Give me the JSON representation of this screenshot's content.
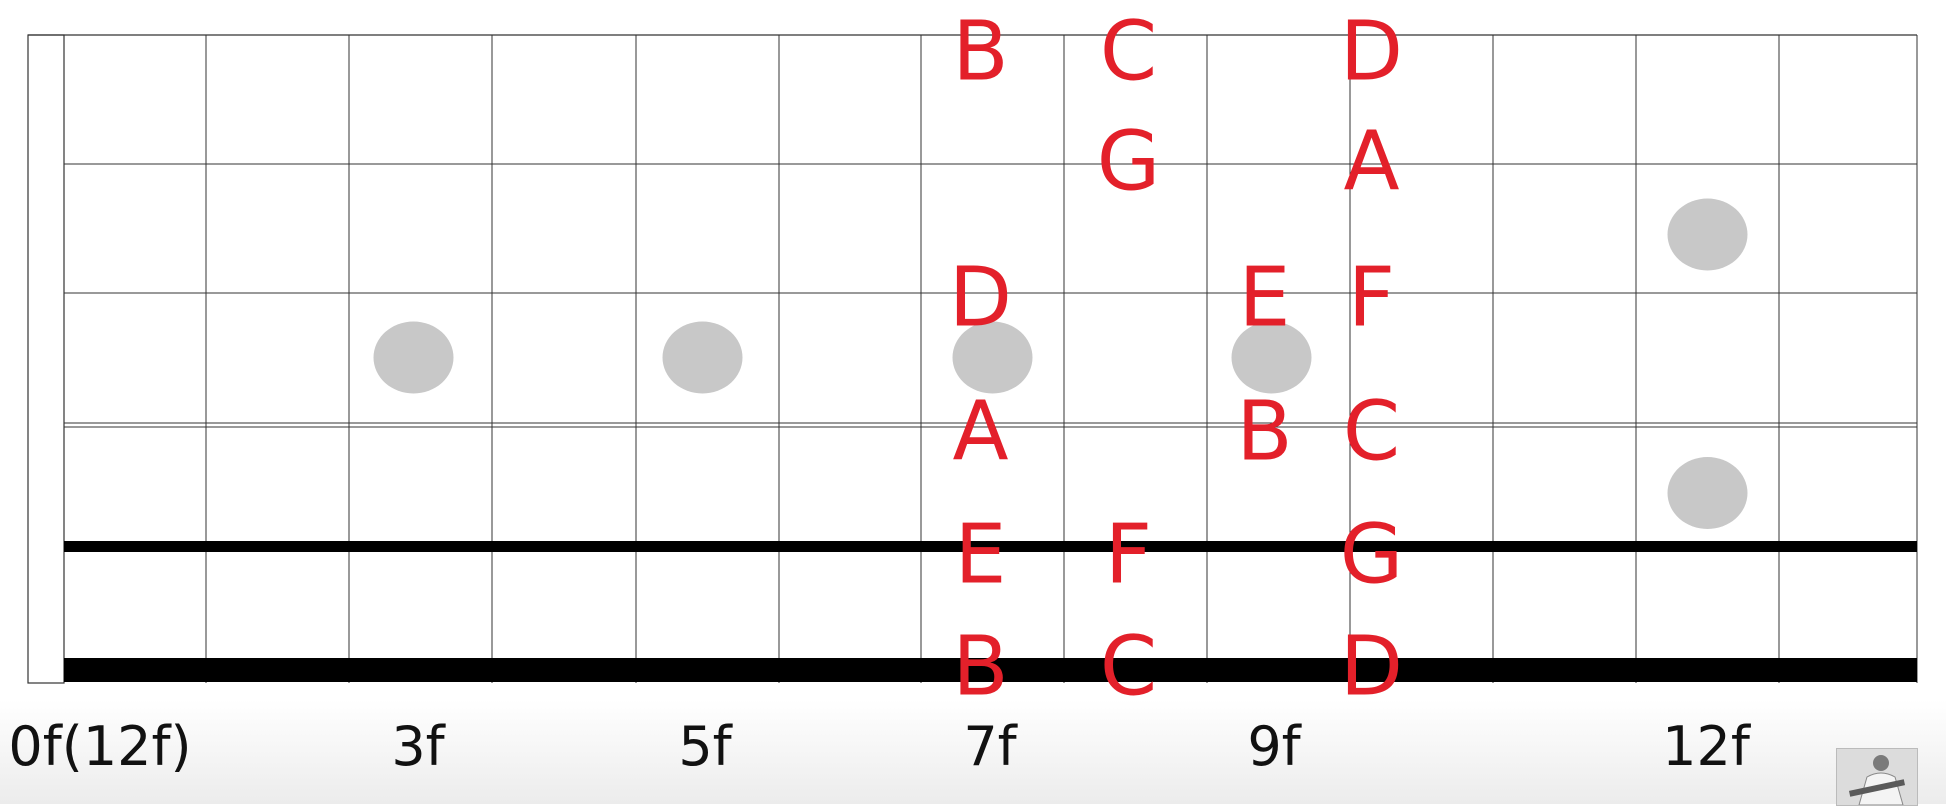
{
  "diagram": {
    "colors": {
      "note": "#e3202a",
      "inlay": "#c8c8c8",
      "grid": "#333333",
      "string_heavy": "#000000"
    },
    "frets": 13,
    "strings": 6,
    "inlays": [
      {
        "fret": 3,
        "string": 3.5
      },
      {
        "fret": 5,
        "string": 3.5
      },
      {
        "fret": 7,
        "string": 3.5
      },
      {
        "fret": 9,
        "string": 3.5
      },
      {
        "fret": 12,
        "string": 2.5
      },
      {
        "fret": 12,
        "string": 4.5
      }
    ],
    "notes": [
      {
        "text": "B",
        "string": 1,
        "fret": 7
      },
      {
        "text": "C",
        "string": 1,
        "fret": 8
      },
      {
        "text": "D",
        "string": 1,
        "fret": 10
      },
      {
        "text": "G",
        "string": 2,
        "fret": 8
      },
      {
        "text": "A",
        "string": 2,
        "fret": 10
      },
      {
        "text": "D",
        "string": 3,
        "fret": 7
      },
      {
        "text": "E",
        "string": 3,
        "fret": 9
      },
      {
        "text": "F",
        "string": 3,
        "fret": 10
      },
      {
        "text": "A",
        "string": 4,
        "fret": 7
      },
      {
        "text": "B",
        "string": 4,
        "fret": 9
      },
      {
        "text": "C",
        "string": 4,
        "fret": 10
      },
      {
        "text": "E",
        "string": 5,
        "fret": 7
      },
      {
        "text": "F",
        "string": 5,
        "fret": 8
      },
      {
        "text": "G",
        "string": 5,
        "fret": 10
      },
      {
        "text": "B",
        "string": 6,
        "fret": 7
      },
      {
        "text": "C",
        "string": 6,
        "fret": 8
      },
      {
        "text": "D",
        "string": 6,
        "fret": 10
      }
    ],
    "fret_labels": [
      {
        "text": "0f(12f)",
        "fret": 0
      },
      {
        "text": "3f",
        "fret": 3
      },
      {
        "text": "5f",
        "fret": 5
      },
      {
        "text": "7f",
        "fret": 7
      },
      {
        "text": "9f",
        "fret": 9
      },
      {
        "text": "12f",
        "fret": 12
      }
    ]
  },
  "overlay": {
    "avatar_icon": "presenter-thumbnail-icon"
  }
}
